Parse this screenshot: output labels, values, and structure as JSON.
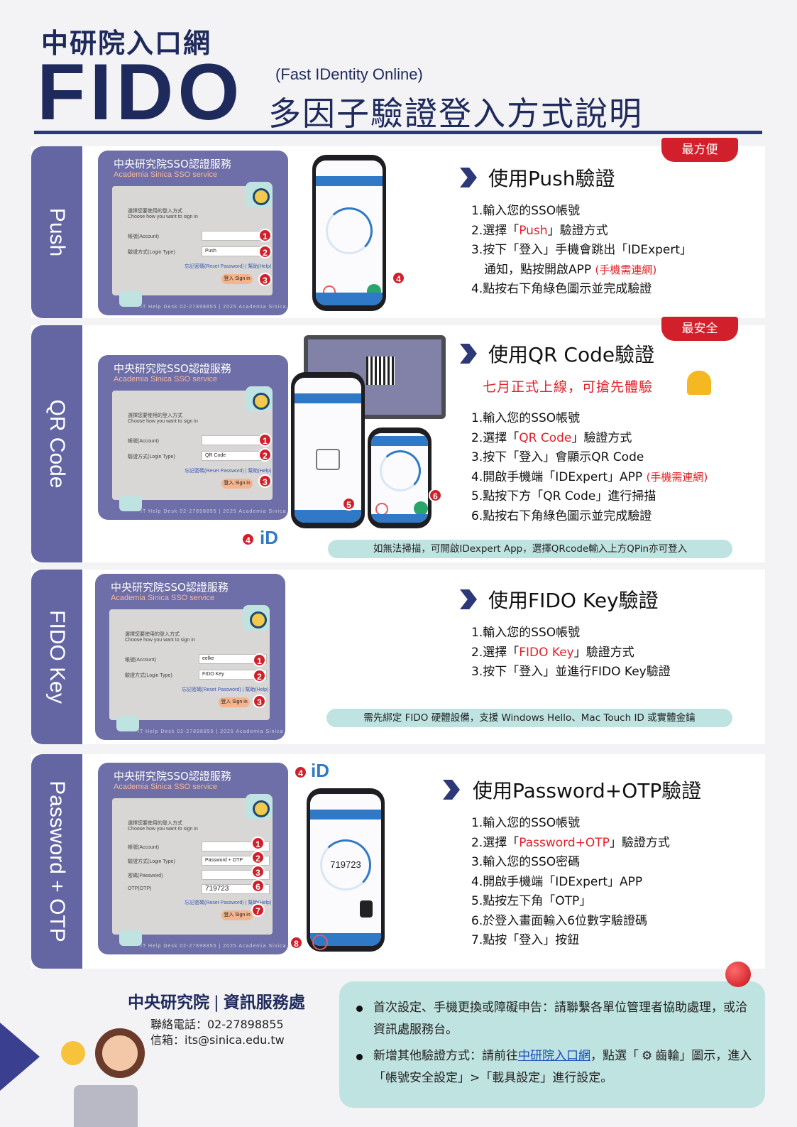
{
  "header": {
    "subtitle": "中研院入口網",
    "brand": "FIDO",
    "brand_full": "(Fast IDentity Online)",
    "title": "多因子驗證登入方式說明"
  },
  "panel_common": {
    "title_zh": "中央研究院SSO認證服務",
    "title_en": "Academia Sinica SSO service",
    "choose_zh": "選擇您要使用的登入方式",
    "choose_en": "Choose how you want to sign in",
    "account_label": "帳號(Account)",
    "login_type_label": "驗證方式(Login Type)",
    "password_label": "密碼(Password)",
    "otp_label": "OTP(OTP)",
    "reset_help": "忘記密碼(Reset Password) | 幫助(Help)",
    "signin": "登入 Sign in",
    "footer": "IT Help Desk 02-27898855 | 2025 Academia Sinica"
  },
  "sections": [
    {
      "side_label": "Push",
      "ribbon": "最方便",
      "title": "使用Push驗證",
      "login_type_value": "Push",
      "steps": [
        {
          "text": "1.輸入您的SSO帳號"
        },
        {
          "pre": "2.選擇「",
          "hl": "Push",
          "post": "」驗證方式"
        },
        {
          "text": "3.按下「登入」手機會跳出「IDExpert」"
        },
        {
          "text": "通知，點按開啟APP",
          "note": "(手機需連網)"
        },
        {
          "text": "4.點按右下角綠色圖示並完成驗證"
        }
      ]
    },
    {
      "side_label": "QR Code",
      "ribbon": "最安全",
      "title": "使用QR Code驗證",
      "notice": "七月正式上線，可搶先體驗",
      "login_type_value": "QR Code",
      "steps": [
        {
          "text": "1.輸入您的SSO帳號"
        },
        {
          "pre": "2.選擇「",
          "hl": "QR Code",
          "post": "」驗證方式"
        },
        {
          "text": "3.按下「登入」會顯示QR Code"
        },
        {
          "text": "4.開啟手機端「IDExpert」APP",
          "note": "(手機需連網)"
        },
        {
          "text": "5.點按下方「QR Code」進行掃描"
        },
        {
          "text": "6.點按右下角綠色圖示並完成驗證"
        }
      ],
      "pill": "如無法掃描，可開啟IDexpert App，選擇QRcode輸入上方QPin亦可登入"
    },
    {
      "side_label": "FIDO Key",
      "title": "使用FIDO Key驗證",
      "login_type_value": "FIDO Key",
      "account_value": "eelke",
      "steps": [
        {
          "text": "1.輸入您的SSO帳號"
        },
        {
          "pre": "2.選擇「",
          "hl": "FIDO Key",
          "post": "」驗證方式"
        },
        {
          "text": "3.按下「登入」並進行FIDO  Key驗證"
        }
      ],
      "pill": "需先綁定 FIDO 硬體設備，支援 Windows Hello、Mac Touch ID 或實體金鑰"
    },
    {
      "side_label": "Password + OTP",
      "title": "使用Password+OTP驗證",
      "login_type_value": "Password + OTP",
      "otp_value": "719723",
      "steps": [
        {
          "text": "1.輸入您的SSO帳號"
        },
        {
          "pre": "2.選擇「",
          "hl": "Password+OTP",
          "post": "」驗證方式"
        },
        {
          "text": "3.輸入您的SSO密碼"
        },
        {
          "text": "4.開啟手機端「IDExpert」APP"
        },
        {
          "text": "5.點按左下角「OTP」"
        },
        {
          "text": "6.於登入畫面輸入6位數字驗證碼"
        },
        {
          "text": "7.點按「登入」按鈕"
        }
      ]
    }
  ],
  "badges": [
    "1",
    "2",
    "3",
    "4",
    "5",
    "6",
    "7",
    "8"
  ],
  "id_logo": "iD",
  "footer": {
    "org": "中央研究院",
    "dept": "資訊服務處",
    "phone": "聯絡電話：02-27898855",
    "email": "信箱：its@sinica.edu.tw",
    "note1": "首次設定、手機更換或障礙申告：請聯繫各單位管理者協助處理，或洽資訊處服務台。",
    "note2_pre": "新增其他驗證方式：請前往",
    "note2_link": "中研院入口網",
    "note2_mid": "，點選「",
    "note2_gear": "齒輪",
    "note2_post": "」圖示，進入「帳號安全設定」>「載具設定」進行設定。"
  },
  "colors": {
    "navy": "#1f2a5c",
    "side": "#6466a3",
    "red": "#e21e26",
    "teal": "#bfe3e1"
  }
}
